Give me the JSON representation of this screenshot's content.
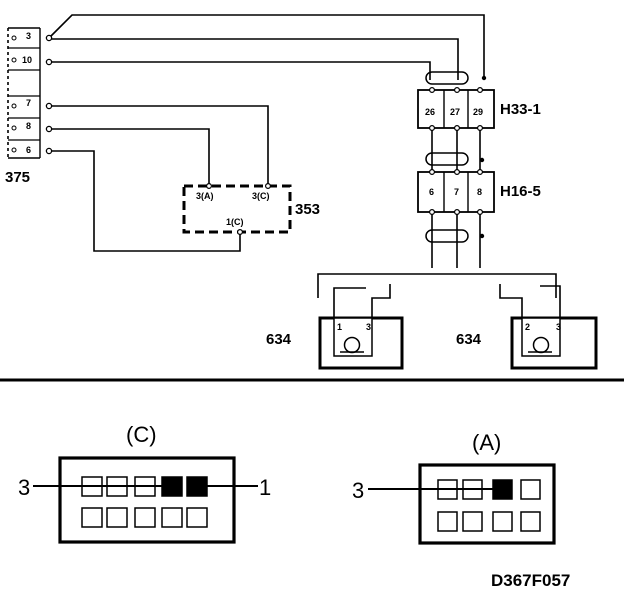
{
  "terminal_block": {
    "label": "375",
    "pins": [
      "3",
      "10",
      "7",
      "8",
      "6"
    ]
  },
  "connector_353": {
    "label": "353",
    "pins": [
      "3(A)",
      "3(C)",
      "1(C)"
    ]
  },
  "connector_h33": {
    "label": "H33-1",
    "pins": [
      "26",
      "27",
      "29"
    ]
  },
  "connector_h16": {
    "label": "H16-5",
    "pins": [
      "6",
      "7",
      "8"
    ]
  },
  "sensor_left": {
    "label": "634",
    "pins": [
      "1",
      "3"
    ]
  },
  "sensor_right": {
    "label": "634",
    "pins": [
      "2",
      "3"
    ]
  },
  "connector_c": {
    "title": "(C)",
    "left_pin": "3",
    "right_pin": "1"
  },
  "connector_a": {
    "title": "(A)",
    "left_pin": "3"
  },
  "figure_code": "D367F057"
}
